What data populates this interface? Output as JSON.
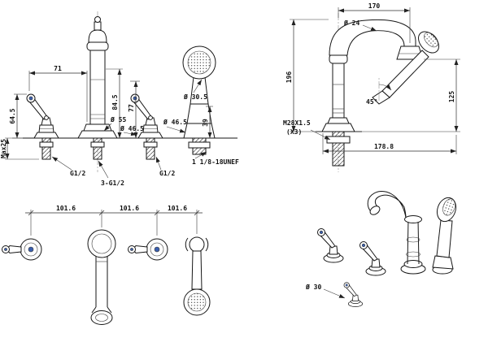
{
  "front": {
    "d71": "71",
    "d645": "64.5",
    "dmax": "Max25",
    "d845": "84.5",
    "d77": "77",
    "d55": "Ø 55",
    "d465a": "Ø 46.5",
    "d465b": "Ø 46.5",
    "d305": "Ø 30.5",
    "d39": "39",
    "g12l": "G1/2",
    "g123": "3-G1/2",
    "g12r": "G1/2",
    "unef": "1 1/8-18UNEF"
  },
  "side": {
    "d170": "170",
    "d24": "Ø 24",
    "d196": "196",
    "d125": "125",
    "a45": "45°",
    "m28": "M28X1.5",
    "m28x3": "(X3)",
    "d1788": "178.8"
  },
  "top": {
    "s1": "101.6",
    "s2": "101.6",
    "s3": "101.6"
  },
  "persp": {
    "d30": "Ø 30"
  },
  "colors": {
    "ink": "#161616",
    "cap_blue": "#3a5fae"
  }
}
